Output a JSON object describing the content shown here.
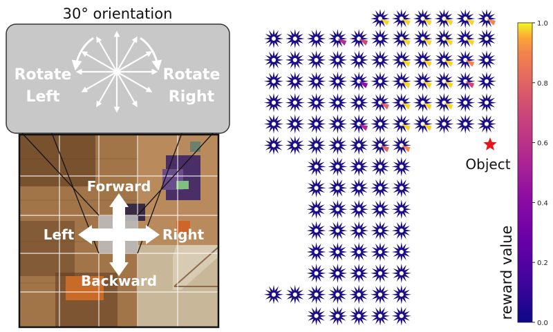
{
  "left_panel": {
    "title": "30° orientation",
    "rotate_left": [
      "Rotate",
      "Left"
    ],
    "rotate_right": [
      "Rotate",
      "Right"
    ],
    "moves": {
      "forward": "Forward",
      "backward": "Backward",
      "left": "Left",
      "right": "Right"
    },
    "colors": {
      "callout_bg": "#c8c8c8",
      "arrow": "#ffffff",
      "grid": "#ffffff",
      "floor": "#a77a4d"
    }
  },
  "right_panel": {
    "object_label": "Object",
    "object_marker_color": "#e8141c",
    "star_fill": "#1a0d86",
    "colorbar": {
      "label": "reward value",
      "ticks": [
        "0.0",
        "0.2",
        "0.4",
        "0.6",
        "0.8",
        "1.0"
      ],
      "colormap": "plasma",
      "range": [
        0,
        1
      ]
    }
  }
}
